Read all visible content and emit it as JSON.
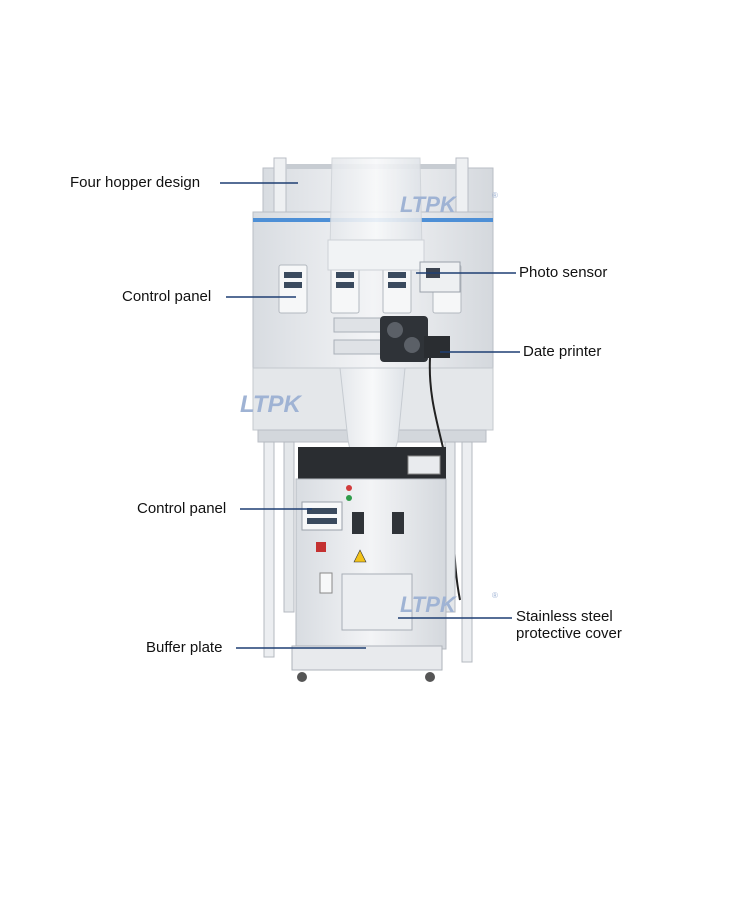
{
  "brand": {
    "watermark": "LTPK",
    "registered_mark": "®"
  },
  "colors": {
    "leader_line": "#1f3f73",
    "machine_steel": "#e9ebee",
    "machine_shadow": "#c9cdd3",
    "accent_strip": "#4d8fd6",
    "watermark": "#9fb3d4"
  },
  "callouts": {
    "four_hopper": "Four hopper design",
    "control_panel_top": "Control panel",
    "photo_sensor": "Photo sensor",
    "date_printer": "Date printer",
    "control_panel_bottom": "Control panel",
    "stainless_line1": "Stainless steel",
    "stainless_line2": "protective cover",
    "buffer_plate": "Buffer plate"
  }
}
